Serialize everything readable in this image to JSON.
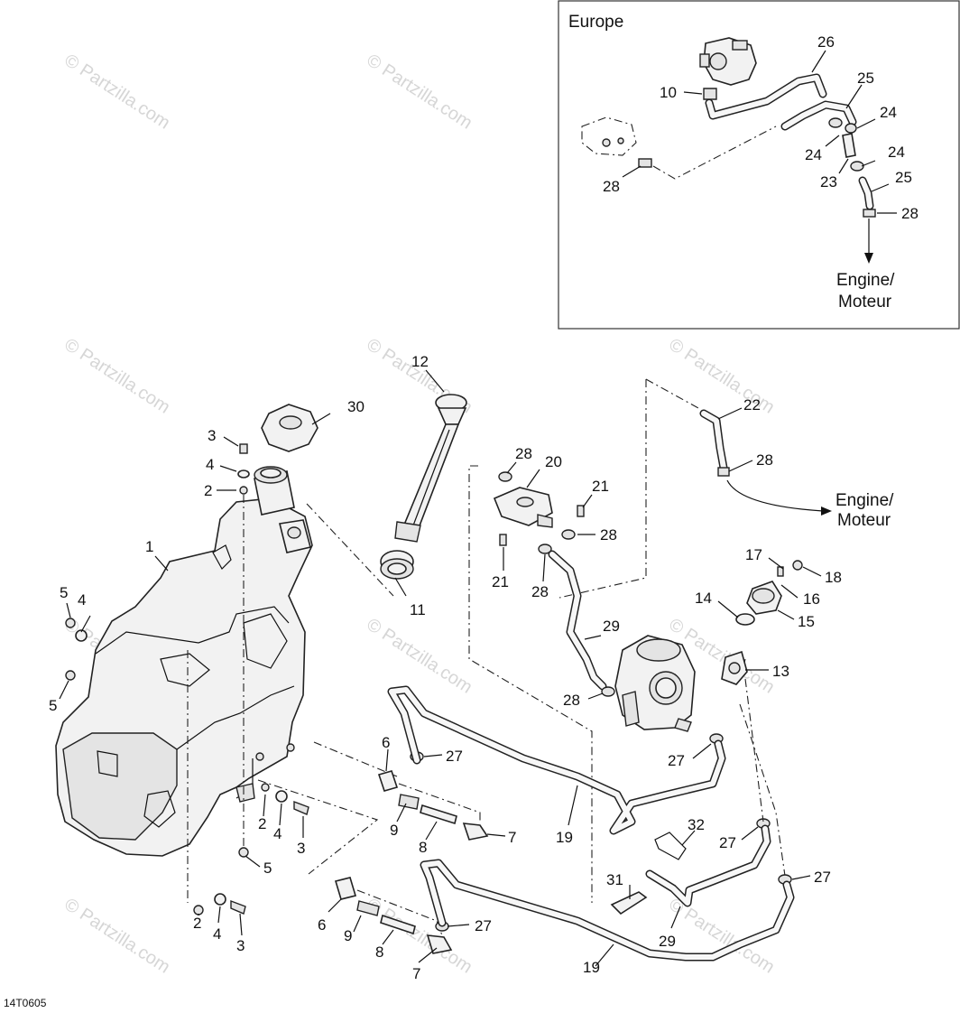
{
  "diagram": {
    "inset_title": "Europe",
    "destination_line1": "Engine/",
    "destination_line2": "Moteur",
    "figure_code": "14T0605",
    "watermark": "© Partzilla.com",
    "callouts": {
      "c1": "1",
      "c2": "2",
      "c3": "3",
      "c4": "4",
      "c5": "5",
      "c6": "6",
      "c7": "7",
      "c8": "8",
      "c9": "9",
      "c10": "10",
      "c11": "11",
      "c12": "12",
      "c13": "13",
      "c14": "14",
      "c15": "15",
      "c16": "16",
      "c17": "17",
      "c18": "18",
      "c19": "19",
      "c20": "20",
      "c21": "21",
      "c22": "22",
      "c23": "23",
      "c24": "24",
      "c25": "25",
      "c26": "26",
      "c27": "27",
      "c28": "28",
      "c29": "29",
      "c30": "30",
      "c31": "31",
      "c32": "32"
    }
  }
}
